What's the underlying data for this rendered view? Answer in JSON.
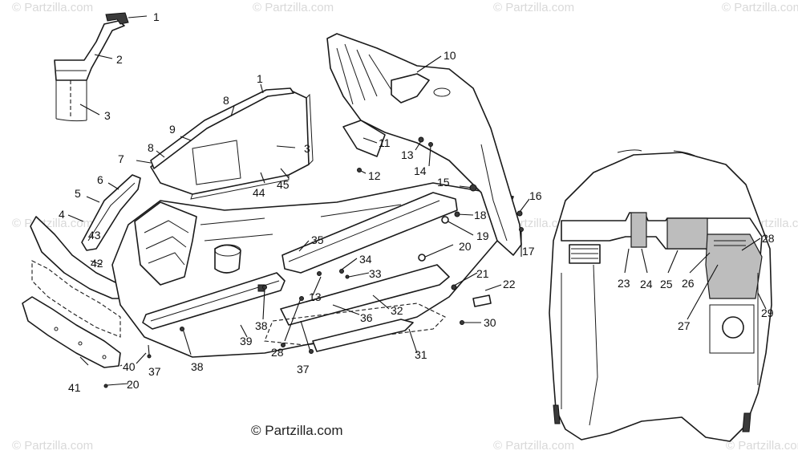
{
  "copyright": "© Partzilla.com",
  "watermark": "© Partzilla.com",
  "callouts": [
    "1",
    "2",
    "3",
    "1",
    "8",
    "9",
    "8",
    "7",
    "3",
    "44",
    "45",
    "6",
    "5",
    "4",
    "43",
    "42",
    "41",
    "40",
    "20",
    "37",
    "38",
    "38",
    "39",
    "28",
    "37",
    "13",
    "35",
    "34",
    "33",
    "36",
    "32",
    "31",
    "30",
    "22",
    "21",
    "20",
    "19",
    "18",
    "17",
    "16",
    "15",
    "14",
    "13",
    "12",
    "11",
    "10",
    "23",
    "24",
    "25",
    "26",
    "27",
    "28",
    "29"
  ]
}
